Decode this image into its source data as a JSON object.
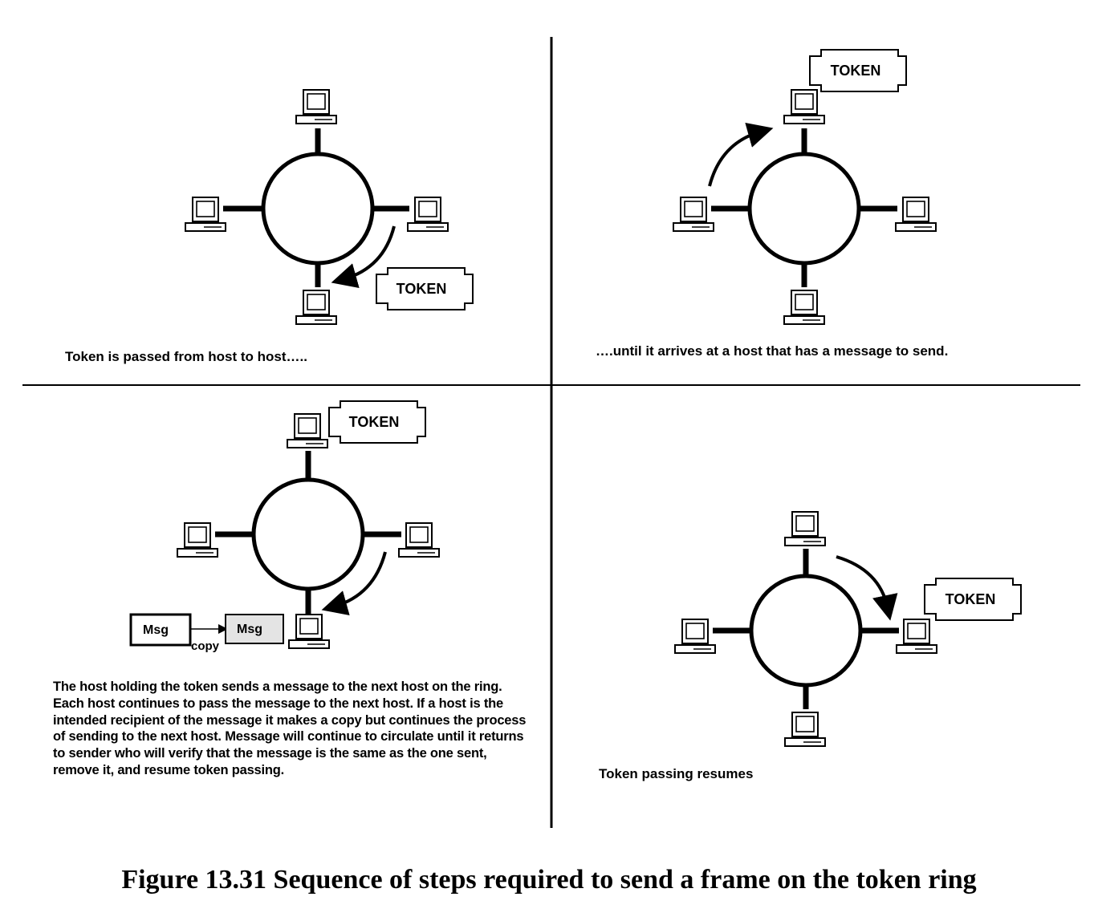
{
  "panels": [
    {
      "caption": "Token is passed from host to host….."
    },
    {
      "caption": "….until it arrives at a host that has a message to send."
    },
    {
      "caption": "The host holding the token sends a message to the next host on the ring. Each host continues to pass the message to the next host. If a host is the intended recipient of the message it makes a copy but continues the process of sending to the next host. Message will continue to circulate until it returns to sender who will verify that the message is the same as the one sent, remove it, and resume token passing."
    },
    {
      "caption": "Token passing resumes"
    }
  ],
  "token_label": "TOKEN",
  "msg_label": "Msg",
  "copy_label": "copy",
  "figure_caption": "Figure 13.31 Sequence of steps required to send a frame on the token ring"
}
